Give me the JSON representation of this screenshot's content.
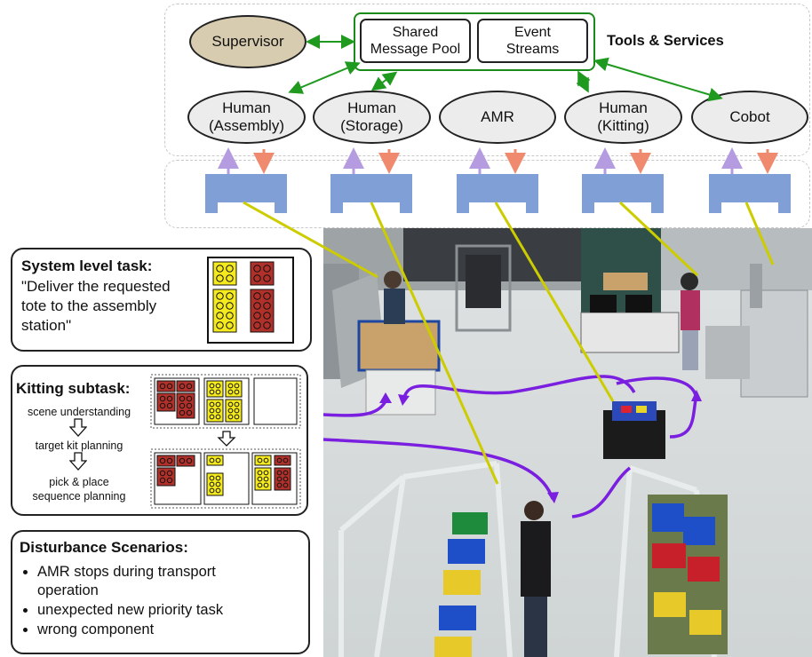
{
  "top": {
    "tools_label": "Tools & Services",
    "supervisor": "Supervisor",
    "pool": {
      "shared": "Shared\nMessage Pool",
      "events": "Event\nStreams"
    },
    "agents": [
      {
        "label": "Human\n(Assembly)"
      },
      {
        "label": "Human\n(Storage)"
      },
      {
        "label": "AMR"
      },
      {
        "label": "Human\n(Kitting)"
      },
      {
        "label": "Cobot"
      }
    ]
  },
  "system_task": {
    "title": "System level task:",
    "text": "\"Deliver the requested\ntote to the assembly\nstation\""
  },
  "kitting": {
    "title": "Kitting subtask:",
    "steps": [
      "scene understanding",
      "target kit planning",
      "pick & place\nsequence planning"
    ]
  },
  "disturbance": {
    "title": "Disturbance Scenarios:",
    "items": [
      "AMR stops during transport\noperation",
      "unexpected new priority task",
      "wrong component"
    ]
  },
  "colors": {
    "green_link": "#1f9a1f",
    "purple_up": "#b59be0",
    "salmon_down": "#f08a6e",
    "tool_blue": "#7f9fd6",
    "yellow_line": "#cccc00",
    "path_purple": "#7a1fe0",
    "supervisor_fill": "#d8ccb0",
    "lego_red": "#b0302a",
    "lego_yellow": "#f5ea1e"
  }
}
